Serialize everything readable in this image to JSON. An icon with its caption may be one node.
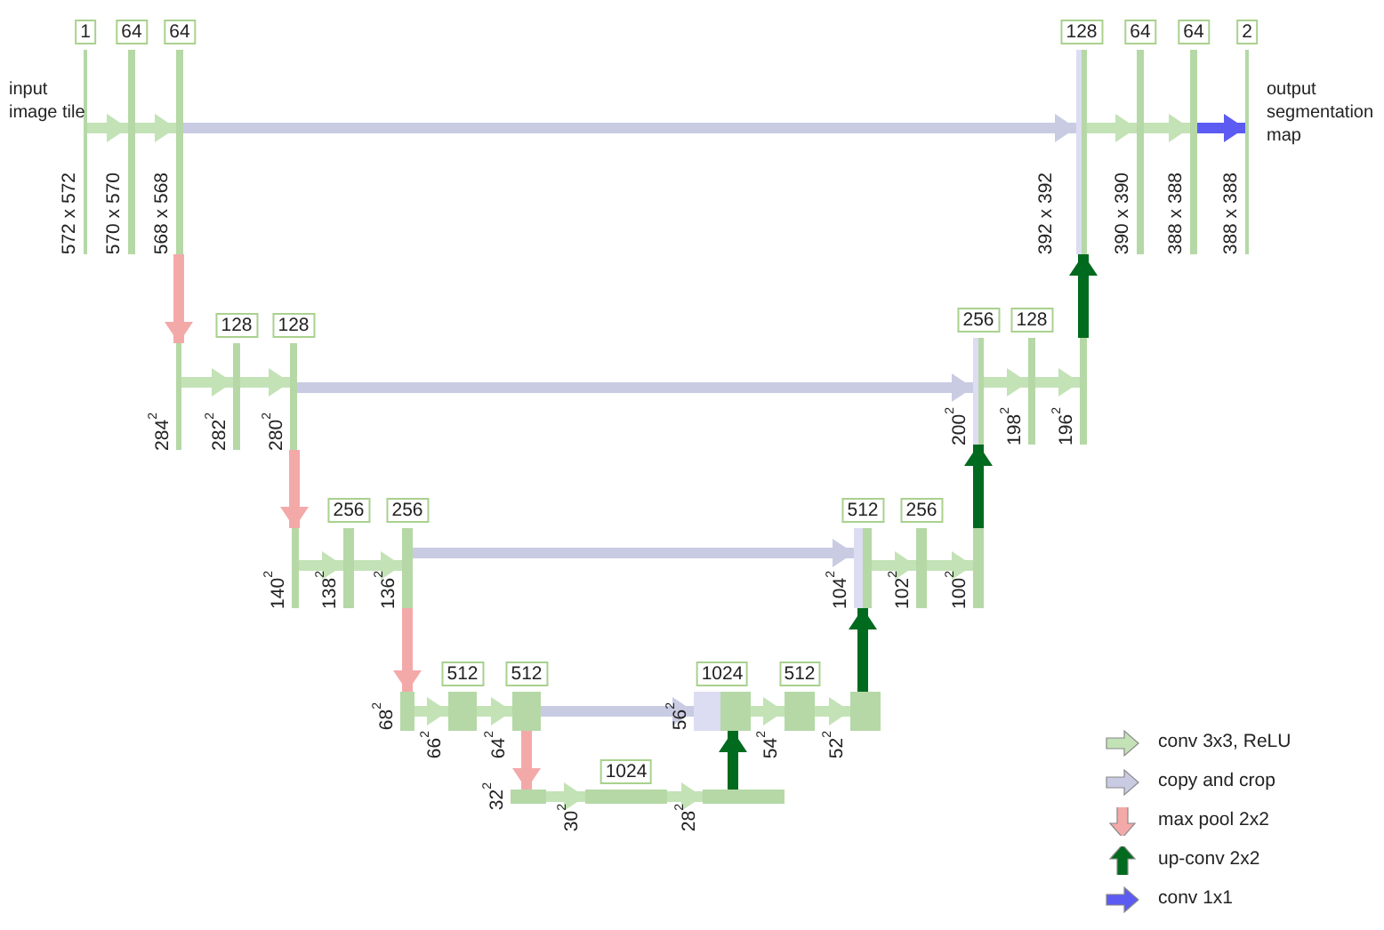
{
  "diagram": {
    "nodes": [
      {
        "text": [
          "1"
        ],
        "beside": [
          "572 x 572"
        ]
      },
      {
        "text": [
          "64"
        ],
        "beside": [
          "570 x 570"
        ]
      },
      {
        "text": [
          "64"
        ],
        "beside": [
          "568 x 568"
        ]
      },
      {
        "text": [],
        "shape": "bar",
        "beside": [
          "284$^{2}$"
        ]
      },
      {
        "text": [
          "128"
        ],
        "beside": [
          "282$^{2}$"
        ]
      },
      {
        "text": [
          "128"
        ],
        "beside": [
          "280$^{2}$"
        ]
      },
      {
        "text": [],
        "shape": "bar",
        "beside": [
          "140$^{2}$"
        ]
      },
      {
        "text": [
          "256"
        ],
        "beside": [
          "138$^{2}$"
        ]
      },
      {
        "text": [
          "256"
        ],
        "beside": [
          "136$^{2}$"
        ]
      },
      {
        "text": [],
        "shape": "bar",
        "beside": [
          "68$^{2}$"
        ]
      },
      {
        "text": [
          "512"
        ],
        "beside": [
          "66$^{2}$"
        ]
      },
      {
        "text": [
          "512"
        ],
        "beside": [
          "64$^{2}$"
        ]
      },
      {
        "text": [],
        "shape": "bar",
        "beside": [
          "32$^{2}$"
        ]
      },
      {
        "text": [
          "1024"
        ],
        "beside": [
          "30$^{2}$"
        ]
      },
      {
        "text": [],
        "shape": "bar",
        "beside": [
          "28$^{2}$"
        ]
      },
      {
        "text": [
          "1024"
        ],
        "beside": [
          "56$^{2}$"
        ]
      },
      {
        "text": [
          "512"
        ],
        "beside": [
          "54$^{2}$"
        ]
      },
      {
        "text": [],
        "shape": "bar",
        "beside": [
          "52$^{2}$"
        ]
      },
      {
        "text": [
          "512"
        ],
        "beside": [
          "104$^{2}$"
        ]
      },
      {
        "text": [
          "256"
        ],
        "beside": [
          "102$^{2}$"
        ]
      },
      {
        "text": [],
        "shape": "bar",
        "beside": [
          "100$^{2}$"
        ]
      },
      {
        "text": [
          "256"
        ],
        "beside": [
          "200$^{2}$"
        ]
      },
      {
        "text": [
          "128"
        ],
        "beside": [
          "198$^{2}$"
        ]
      },
      {
        "text": [],
        "shape": "bar",
        "beside": [
          "196$^{2}$"
        ]
      },
      {
        "text": [
          "128"
        ],
        "beside": [
          "392 x 392"
        ]
      },
      {
        "text": [
          "64"
        ],
        "beside": [
          "390 x 390"
        ]
      },
      {
        "text": [
          "64"
        ],
        "beside": [
          "388 x 388"
        ]
      },
      {
        "text": [
          "2"
        ],
        "beside": [
          "388 x 388"
        ]
      }
    ],
    "edges": [
      {
        "from": 0,
        "to": 1,
        "arrow": "to"
      },
      {
        "from": 1,
        "to": 2,
        "arrow": "to"
      },
      {
        "from": 2,
        "to": 24,
        "arrow": "to",
        "color": "#c8cbe2"
      },
      {
        "from": 2,
        "to": 3,
        "arrow": "to",
        "color": "#f4a9a9"
      },
      {
        "from": 3,
        "to": 4,
        "arrow": "to"
      },
      {
        "from": 4,
        "to": 5,
        "arrow": "to"
      },
      {
        "from": 5,
        "to": 21,
        "arrow": "to",
        "color": "#c8cbe2"
      },
      {
        "from": 5,
        "to": 6,
        "arrow": "to",
        "color": "#f4a9a9"
      },
      {
        "from": 6,
        "to": 7,
        "arrow": "to"
      },
      {
        "from": 7,
        "to": 8,
        "arrow": "to"
      },
      {
        "from": 8,
        "to": 18,
        "arrow": "to",
        "color": "#c8cbe2"
      },
      {
        "from": 8,
        "to": 9,
        "arrow": "to",
        "color": "#f4a9a9"
      },
      {
        "from": 9,
        "to": 10,
        "arrow": "to"
      },
      {
        "from": 10,
        "to": 11,
        "arrow": "to"
      },
      {
        "from": 11,
        "to": 15,
        "arrow": "to",
        "color": "#c8cbe2"
      },
      {
        "from": 11,
        "to": 12,
        "arrow": "to",
        "color": "#f4a9a9"
      },
      {
        "from": 12,
        "to": 13,
        "arrow": "to"
      },
      {
        "from": 13,
        "to": 14,
        "arrow": "to"
      },
      {
        "from": 14,
        "to": 15,
        "arrow": "to",
        "color": "#006a1f"
      },
      {
        "from": 15,
        "to": 16,
        "arrow": "to"
      },
      {
        "from": 16,
        "to": 17,
        "arrow": "to"
      },
      {
        "from": 17,
        "to": 18,
        "arrow": "to",
        "color": "#006a1f"
      },
      {
        "from": 18,
        "to": 19,
        "arrow": "to"
      },
      {
        "from": 19,
        "to": 20,
        "arrow": "to"
      },
      {
        "from": 20,
        "to": 21,
        "arrow": "to",
        "color": "#006a1f"
      },
      {
        "from": 21,
        "to": 22,
        "arrow": "to"
      },
      {
        "from": 22,
        "to": 23,
        "arrow": "to"
      },
      {
        "from": 23,
        "to": 24,
        "arrow": "to",
        "color": "#006a1f"
      },
      {
        "from": 24,
        "to": 25,
        "arrow": "to"
      },
      {
        "from": 25,
        "to": 26,
        "arrow": "to"
      },
      {
        "from": 26,
        "to": 27,
        "arrow": "to",
        "color": "#5c5cf2"
      }
    ],
    "labels": [
      "input image tile",
      "output segmentation map"
    ],
    "legend": [
      {
        "text": "conv 3x3, ReLU"
      },
      {
        "text": "copy and crop"
      },
      {
        "text": "max pool 2x2"
      },
      {
        "text": "up-conv 2x2"
      },
      {
        "text": "conv 1x1"
      }
    ]
  }
}
